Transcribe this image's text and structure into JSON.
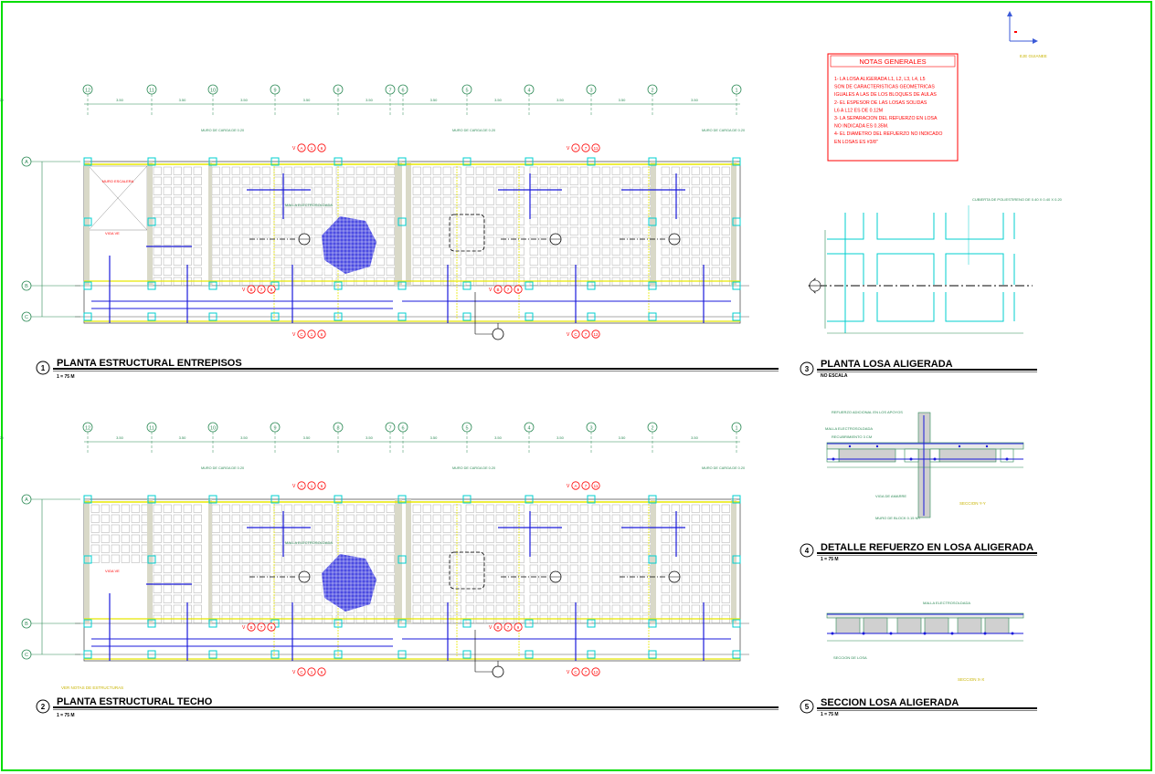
{
  "colors": {
    "border": "#00dd00",
    "axis": "#2e8b57",
    "cyan": "#00cfcf",
    "blue": "#1a1adb",
    "red": "#ff0000",
    "yellow": "#e8e800",
    "grid": "#9a9a9a"
  },
  "notes": {
    "title": "NOTAS GENERALES",
    "lines": [
      "1- LA LOSA ALIGERADA L1, L2, L3, L4, L5",
      "SON DE CARACTERISTICAS GEOMETRICAS",
      "IGUALES A LAS DE LOS BLOQUES DE AULAS",
      "2- EL ESPESOR DE LAS LOSAS SOLIDAS",
      "L6 A L12 ES DE 0.12M",
      "3- LA SEPARACION DEL REFUERZO  EN LOSA",
      "NO INDICADA ES 0.35M.",
      "4- EL DIAMETRO DEL REFUERZO NO INDICADO",
      "EN LOSAS ES #3/8\""
    ]
  },
  "north": {
    "label": "EJE GUIANEE"
  },
  "axes": {
    "top": [
      "12",
      "11",
      "10",
      "9",
      "8",
      "7",
      "6",
      "5",
      "4",
      "3",
      "2",
      "1"
    ],
    "side": [
      "A",
      "B",
      "C"
    ],
    "spans": [
      "3.50",
      "3.50",
      "3.50",
      "3.50",
      "3.50",
      "3.50",
      "3.50",
      "3.50",
      "3.50",
      "3.50",
      "4.20"
    ]
  },
  "views": [
    {
      "num": "1",
      "title": "PLANTA ESTRUCTURAL ENTREPISOS",
      "scale": "1 = 75 M"
    },
    {
      "num": "2",
      "title": "PLANTA ESTRUCTURAL TECHO",
      "scale": "1 = 75 M"
    },
    {
      "num": "3",
      "title": "PLANTA LOSA ALIGERADA",
      "scale": "NO ESCALA"
    },
    {
      "num": "4",
      "title": "DETALLE REFUERZO EN LOSA ALIGERADA",
      "scale": "1 = 75 M"
    },
    {
      "num": "5",
      "title": "SECCION LOSA ALIGERADA",
      "scale": "1 = 75 M"
    }
  ],
  "plan_labels": {
    "cuts": [
      "V-A-1-6",
      "V-A-7-11",
      "V-B-7-9",
      "V-C-1-6",
      "V-C-7-12"
    ],
    "mesh": "MALLA ELECTROSOLDADA",
    "wall_notes": "MURO DE CARGA DE 0.20",
    "stair": "MURO ESCALERA",
    "viga": "VIGA VE",
    "roof_note": "VER NOTAS DE ESTRUCTURAS"
  },
  "detail_labels": {
    "d3": "CUBIERTA DE POLIESTIRENO DE 0.40 X 0.40 X 0.20",
    "d4_a": "REFUERZO ADICIONAL EN LOS APOYOS",
    "d4_b": "MALLA ELECTROSOLDADA",
    "d4_c": "RECUBRIMIENTO 3 CM",
    "d4_d": "VIGA DE AMARRE",
    "d4_e": "MURO DE BLOCK 0.15 MT",
    "d4_sec": "SECCION Y-Y",
    "d5_a": "MALLA ELECTROSOLDADA",
    "d5_b": "SECCION DE LOSA",
    "d5_sec": "SECCION X-X"
  }
}
